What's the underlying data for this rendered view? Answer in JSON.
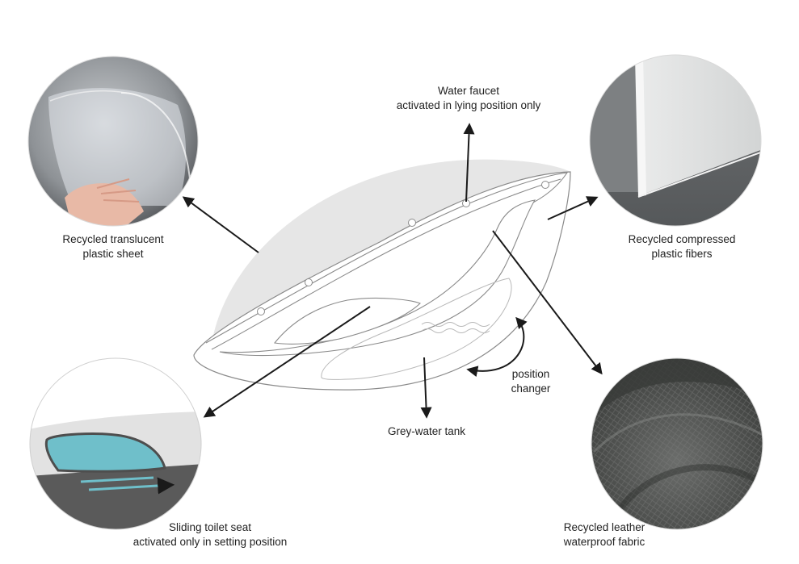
{
  "callouts": {
    "faucet": {
      "line1": "Water faucet",
      "line2": "activated in lying position only"
    },
    "translucent": {
      "line1": "Recycled translucent",
      "line2": "plastic sheet"
    },
    "fibers": {
      "line1": "Recycled compressed",
      "line2": "plastic fibers"
    },
    "position": {
      "line1": "position",
      "line2": "changer"
    },
    "tank": {
      "line1": "Grey-water tank"
    },
    "seat": {
      "line1": "Sliding toilet seat",
      "line2": "activated only in setting position"
    },
    "fabric": {
      "line1": "Recycled leather",
      "line2": "waterproof fabric"
    }
  },
  "colors": {
    "outline": "#8a8a8a",
    "canopy": "#e6e6e6",
    "arrow": "#1a1a1a",
    "seat_blue": "#6fbfca",
    "dark_grey": "#5a5a5a"
  }
}
